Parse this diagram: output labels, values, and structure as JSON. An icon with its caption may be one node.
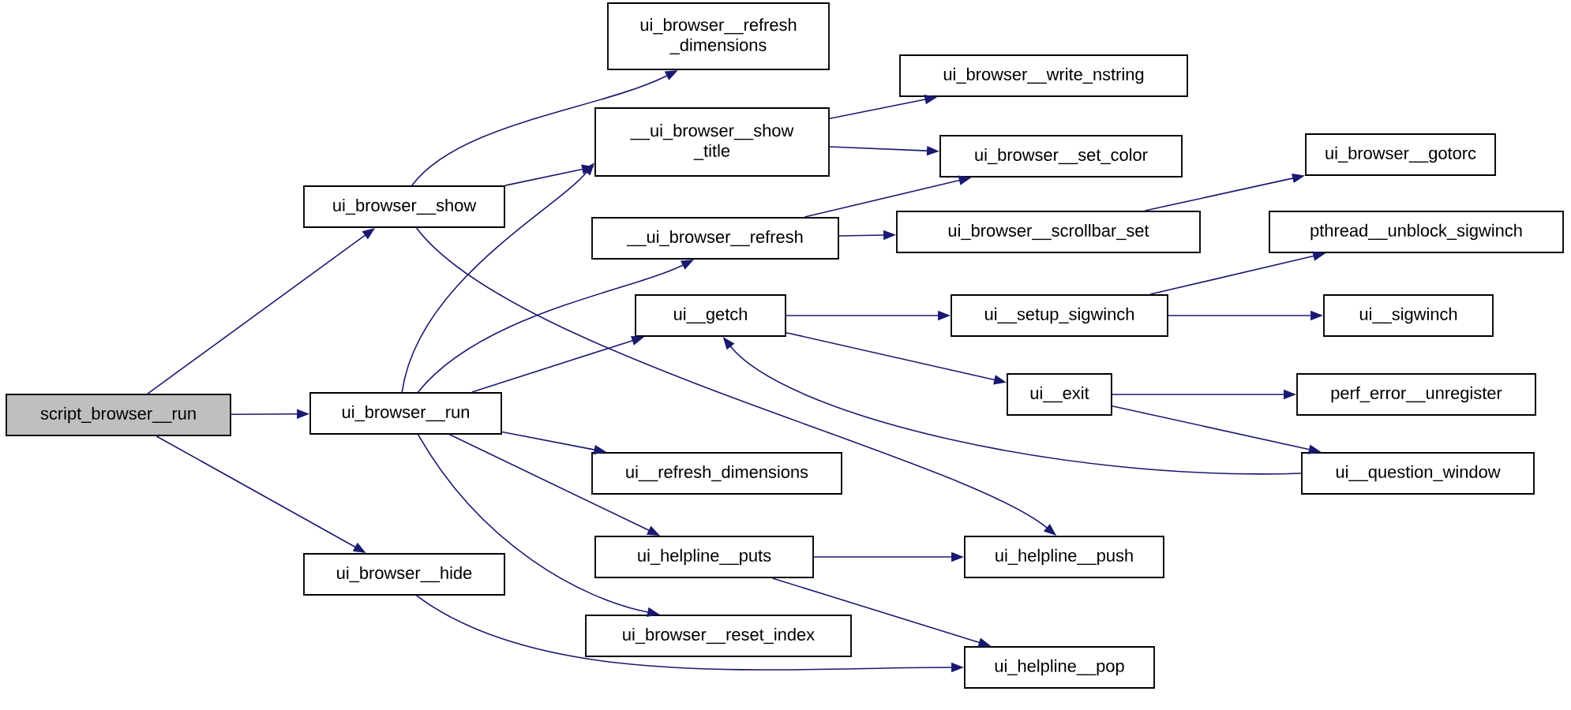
{
  "diagram": {
    "nodes": [
      {
        "text": [
          "script_browser__run"
        ]
      },
      {
        "text": [
          "ui_browser__show"
        ]
      },
      {
        "text": [
          "ui_browser__run"
        ]
      },
      {
        "text": [
          "ui_browser__hide"
        ]
      },
      {
        "text": [
          "ui_browser__refresh _dimensions"
        ]
      },
      {
        "text": [
          "__ui_browser__show _title"
        ]
      },
      {
        "text": [
          "__ui_browser__refresh"
        ]
      },
      {
        "text": [
          "ui__getch"
        ]
      },
      {
        "text": [
          "ui__refresh_dimensions"
        ]
      },
      {
        "text": [
          "ui_helpline__puts"
        ]
      },
      {
        "text": [
          "ui_browser__reset_index"
        ]
      },
      {
        "text": [
          "ui_browser__write_nstring"
        ]
      },
      {
        "text": [
          "ui_browser__set_color"
        ]
      },
      {
        "text": [
          "ui_browser__scrollbar_set"
        ]
      },
      {
        "text": [
          "ui__setup_sigwinch"
        ]
      },
      {
        "text": [
          "ui__exit"
        ]
      },
      {
        "text": [
          "ui_helpline__push"
        ]
      },
      {
        "text": [
          "ui_helpline__pop"
        ]
      },
      {
        "text": [
          "ui_browser__gotorc"
        ]
      },
      {
        "text": [
          "pthread__unblock_sigwinch"
        ]
      },
      {
        "text": [
          "ui__sigwinch"
        ]
      },
      {
        "text": [
          "perf_error__unregister"
        ]
      },
      {
        "text": [
          "ui__question_window"
        ]
      }
    ],
    "edges": [
      {
        "from": 0,
        "to": 1,
        "arrow": "to"
      },
      {
        "from": 0,
        "to": 2,
        "arrow": "to"
      },
      {
        "from": 0,
        "to": 3,
        "arrow": "to"
      },
      {
        "from": 1,
        "to": 4,
        "arrow": "to"
      },
      {
        "from": 1,
        "to": 5,
        "arrow": "to"
      },
      {
        "from": 1,
        "to": 16,
        "arrow": "to"
      },
      {
        "from": 2,
        "to": 5,
        "arrow": "to"
      },
      {
        "from": 2,
        "to": 6,
        "arrow": "to"
      },
      {
        "from": 2,
        "to": 7,
        "arrow": "to"
      },
      {
        "from": 2,
        "to": 8,
        "arrow": "to"
      },
      {
        "from": 2,
        "to": 9,
        "arrow": "to"
      },
      {
        "from": 2,
        "to": 10,
        "arrow": "to"
      },
      {
        "from": 3,
        "to": 17,
        "arrow": "to"
      },
      {
        "from": 5,
        "to": 11,
        "arrow": "to"
      },
      {
        "from": 5,
        "to": 12,
        "arrow": "to"
      },
      {
        "from": 6,
        "to": 12,
        "arrow": "to"
      },
      {
        "from": 6,
        "to": 13,
        "arrow": "to"
      },
      {
        "from": 7,
        "to": 14,
        "arrow": "to"
      },
      {
        "from": 7,
        "to": 15,
        "arrow": "to"
      },
      {
        "from": 9,
        "to": 16,
        "arrow": "to"
      },
      {
        "from": 9,
        "to": 17,
        "arrow": "to"
      },
      {
        "from": 13,
        "to": 18,
        "arrow": "to"
      },
      {
        "from": 14,
        "to": 19,
        "arrow": "to"
      },
      {
        "from": 14,
        "to": 20,
        "arrow": "to"
      },
      {
        "from": 15,
        "to": 21,
        "arrow": "to"
      },
      {
        "from": 15,
        "to": 22,
        "arrow": "to"
      },
      {
        "from": 22,
        "to": 7,
        "arrow": "to"
      }
    ]
  }
}
